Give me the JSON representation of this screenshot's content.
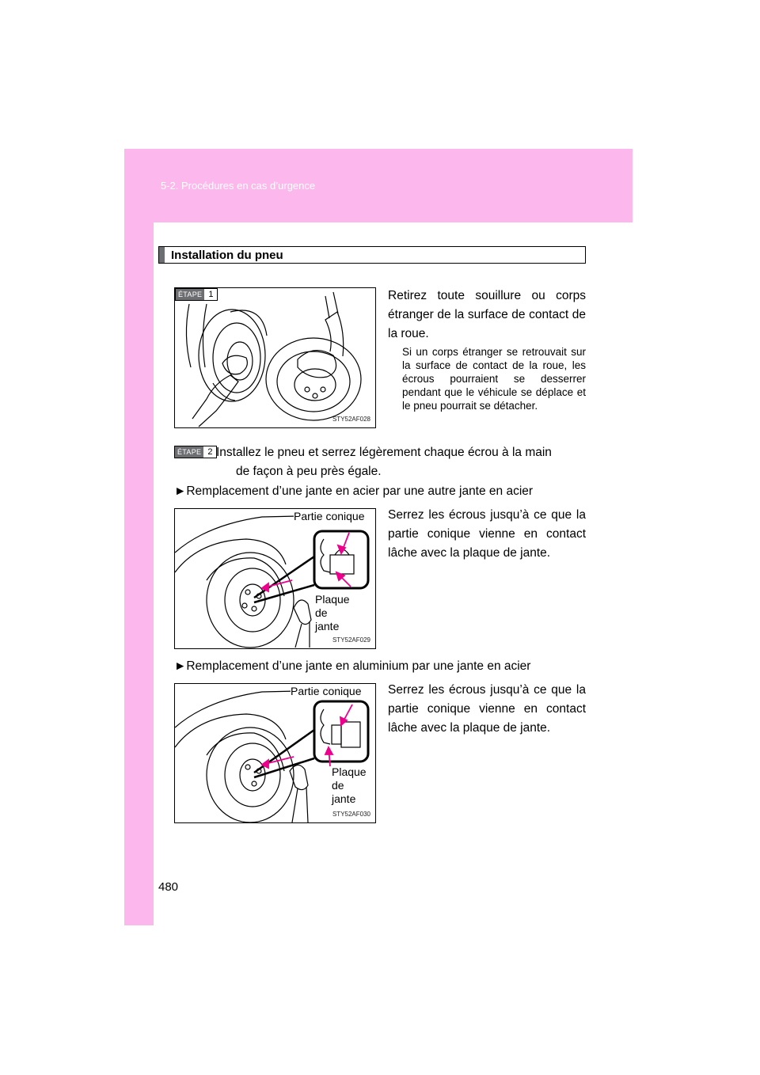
{
  "header": {
    "section": "5-2. Procédures en cas d’urgence"
  },
  "section_title": "Installation du pneu",
  "step1": {
    "badge_label": "ÉTAPE",
    "badge_num": "1",
    "figure_code": "STY52AF028",
    "text": "Retirez toute souillure ou corps étranger de la surface de contact de la roue.",
    "note": "Si un corps étranger se retrouvait sur la surface de contact de la roue, les écrous pourraient se desserrer pendant que le véhicule se déplace et le pneu pourrait se détacher."
  },
  "step2": {
    "badge_label": "ÉTAPE",
    "badge_num": "2",
    "text_line1": "Installez le pneu et serrez légèrement chaque écrou à la main",
    "text_line2": "de façon à peu près égale."
  },
  "case_steel": {
    "arrow": "►",
    "heading": "Remplacement d’une jante en acier par une autre jante en acier",
    "text": "Serrez les écrous jusqu’à ce que la partie conique vienne en contact lâche avec la plaque de jante.",
    "label_cone": "Partie conique",
    "label_plate_1": "Plaque",
    "label_plate_2": "de",
    "label_plate_3": "jante",
    "figure_code": "STY52AF029"
  },
  "case_alu": {
    "arrow": "►",
    "heading": "Remplacement d’une jante en aluminium par une jante en acier",
    "text": "Serrez les écrous jusqu’à ce que la partie conique vienne en contact lâche avec la plaque de jante.",
    "label_cone": "Partie conique",
    "label_plate_1": "Plaque",
    "label_plate_2": "de",
    "label_plate_3": "jante",
    "figure_code": "STY52AF030"
  },
  "page_number": "480",
  "colors": {
    "band": "#fcb8ec",
    "badge_gray": "#6d6e71",
    "pointer": "#ec008c"
  }
}
